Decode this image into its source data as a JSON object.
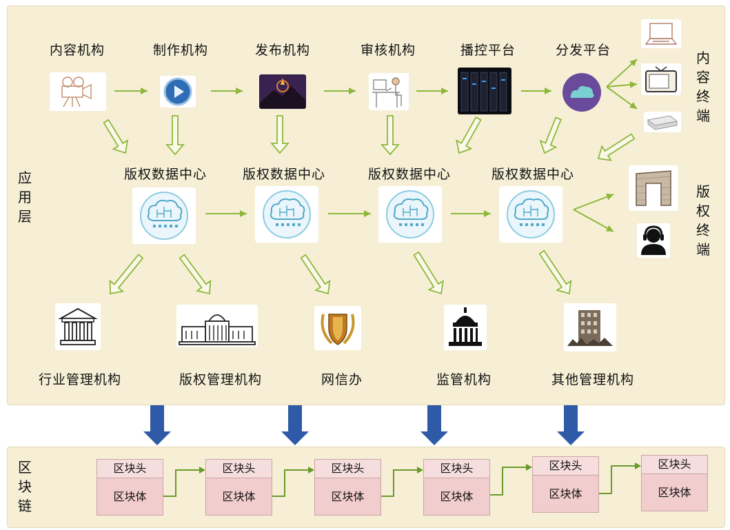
{
  "section_labels": {
    "application_layer": "应用层",
    "content_terminal": "内容终端",
    "copyright_terminal": "版权终端",
    "blockchain": "区块链"
  },
  "pipeline": [
    {
      "label": "内容机构",
      "icon": "film-camera-icon"
    },
    {
      "label": "制作机构",
      "icon": "play-button-icon"
    },
    {
      "label": "发布机构",
      "icon": "film-studio-logo-icon"
    },
    {
      "label": "审核机构",
      "icon": "person-at-desk-icon"
    },
    {
      "label": "播控平台",
      "icon": "server-rack-icon"
    },
    {
      "label": "分发平台",
      "icon": "cloud-distribution-icon"
    }
  ],
  "content_terminals": [
    {
      "icon": "laptop-icon"
    },
    {
      "icon": "television-icon"
    },
    {
      "icon": "set-top-box-icon"
    }
  ],
  "copyright_terminals": [
    {
      "icon": "building-icon"
    },
    {
      "icon": "person-headset-icon"
    }
  ],
  "data_centers": [
    {
      "label": "版权数据中心",
      "icon": "data-cloud-icon"
    },
    {
      "label": "版权数据中心",
      "icon": "data-cloud-icon"
    },
    {
      "label": "版权数据中心",
      "icon": "data-cloud-icon"
    },
    {
      "label": "版权数据中心",
      "icon": "data-cloud-icon"
    }
  ],
  "authorities": [
    {
      "label": "行业管理机构",
      "icon": "classical-building-icon"
    },
    {
      "label": "版权管理机构",
      "icon": "government-building-icon"
    },
    {
      "label": "网信办",
      "icon": "shield-emblem-icon"
    },
    {
      "label": "监管机构",
      "icon": "capitol-dome-icon"
    },
    {
      "label": "其他管理机构",
      "icon": "office-tower-icon"
    }
  ],
  "blocks": [
    {
      "head": "区块头",
      "body": "区块体"
    },
    {
      "head": "区块头",
      "body": "区块体"
    },
    {
      "head": "区块头",
      "body": "区块体"
    },
    {
      "head": "区块头",
      "body": "区块体"
    },
    {
      "head": "区块头",
      "body": "区块体"
    },
    {
      "head": "区块头",
      "body": "区块体"
    }
  ],
  "colors": {
    "panel": "#f6efd6",
    "arrow_green": "#8cb83a",
    "arrow_blue": "#2f5aa8",
    "block_fill": "#f2cdcd",
    "block_border": "#c9a3a3"
  }
}
